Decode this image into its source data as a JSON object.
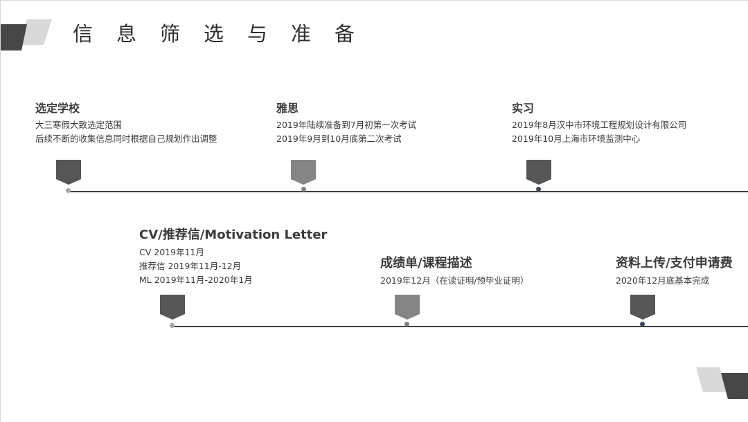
{
  "title": "信息筛选与准备",
  "colors": {
    "dark": "#565656",
    "mid": "#858585",
    "light": "#d9d9d9",
    "line": "#3d3d3d",
    "dot_light": "#a6a6a6",
    "dot_mid": "#808080",
    "dot_dark": "#3a4a5c"
  },
  "row1": [
    {
      "heading": "选定学校",
      "lines": [
        "大三寒假大致选定范围",
        "后续不断的收集信息同时根据自己规划作出调整"
      ],
      "marker_tone": "dark"
    },
    {
      "heading": "雅思",
      "lines": [
        "2019年陆续准备到7月初第一次考试",
        "2019年9月到10月底第二次考试"
      ],
      "marker_tone": "mid"
    },
    {
      "heading": "实习",
      "lines": [
        "2019年8月汉中市环境工程规划设计有限公司",
        "2019年10月上海市环境监测中心"
      ],
      "marker_tone": "dark"
    }
  ],
  "row2": [
    {
      "heading": "CV/推荐信/Motivation Letter",
      "lines": [
        "CV 2019年11月",
        "推荐信 2019年11月-12月",
        "ML 2019年11月-2020年1月"
      ],
      "marker_tone": "dark"
    },
    {
      "heading": "成绩单/课程描述",
      "lines": [
        "2019年12月（在读证明/预毕业证明）"
      ],
      "marker_tone": "mid"
    },
    {
      "heading": "资料上传/支付申请费",
      "lines": [
        "2020年12月底基本完成"
      ],
      "marker_tone": "dark"
    }
  ]
}
